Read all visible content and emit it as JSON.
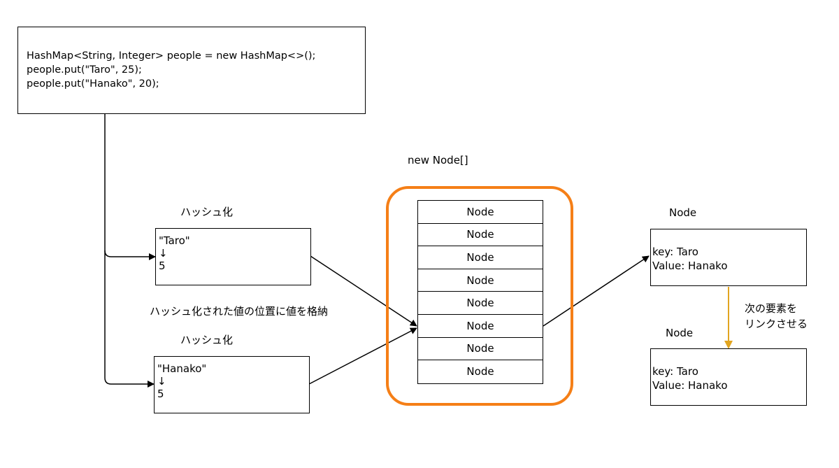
{
  "code_box": {
    "lines": [
      "HashMap<String, Integer> people = new HashMap<>();",
      "people.put(\"Taro\", 25);",
      "people.put(\"Hanako\", 20);"
    ]
  },
  "hash_taro": {
    "title": "ハッシュ化",
    "key": "\"Taro\"",
    "arrow": "↓",
    "value": "5"
  },
  "hash_hanako": {
    "title": "ハッシュ化",
    "key": "\"Hanako\"",
    "arrow": "↓",
    "value": "5"
  },
  "store_label": "ハッシュ化された値の位置に値を格納",
  "array": {
    "title": "new Node[]",
    "cells": [
      "Node",
      "Node",
      "Node",
      "Node",
      "Node",
      "Node",
      "Node",
      "Node"
    ]
  },
  "node_top": {
    "title": "Node",
    "key_line": "key: Taro",
    "value_line": "Value: Hanako"
  },
  "node_bottom": {
    "title": "Node",
    "key_line": "key: Taro",
    "value_line": "Value: Hanako"
  },
  "link_label": {
    "line1": "次の要素を",
    "line2": "リンクさせる"
  },
  "colors": {
    "array_border": "#f57f17",
    "link_arrow": "#e2a520",
    "line": "#000000"
  }
}
